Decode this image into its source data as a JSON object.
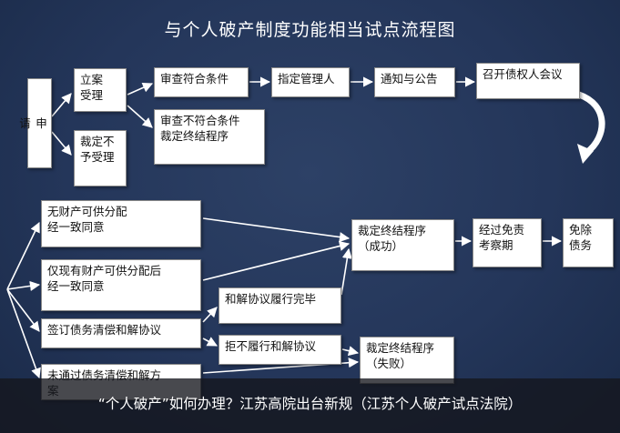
{
  "title": "与个人破产制度功能相当试点流程图",
  "boxes": {
    "apply": "申\n请",
    "accept": "立案\n受理",
    "reject": "裁定不\n予受理",
    "compliant": "审查符合条件",
    "noncompliant": "审查不符合条件\n裁定终结程序",
    "appoint": "指定管理人",
    "notice": "通知与公告",
    "meeting": "召开债权人会议",
    "no_property": "无财产可供分配\n经一致同意",
    "only_property": "仅现有财产可供分配后\n经一致同意",
    "sign_agreement": "签订债务清偿和解协议",
    "not_passed": "未通过债务清偿和解方\n案",
    "completed": "和解协议履行完毕",
    "refused": "拒不履行和解协议",
    "end_success": "裁定终结程序\n（成功）",
    "end_failure": "裁定终结程序\n（失败）",
    "exemption_review": "经过免责\n考察期",
    "discharge": "免除\n债务"
  },
  "caption": "“个人破产”如何办理？江苏高院出台新规（江苏个人破产试点法院）",
  "colors": {
    "background": "#24365a",
    "box": "#ffffff",
    "arrow": "#ffffff"
  }
}
